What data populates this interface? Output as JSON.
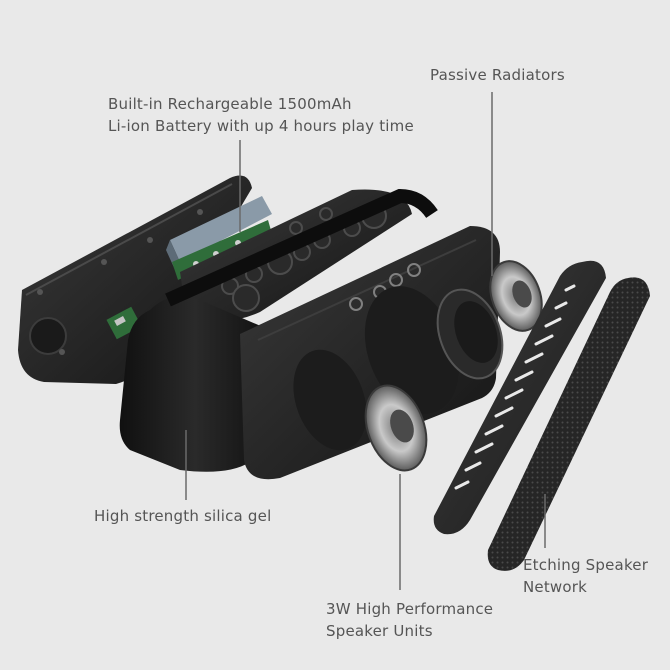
{
  "callouts": {
    "battery": {
      "line1": "Built-in Rechargeable 1500mAh",
      "line2": "Li-ion Battery with up 4 hours play time"
    },
    "radiators": {
      "line1": "Passive Radiators"
    },
    "silica": {
      "line1": "High strength silica gel"
    },
    "speaker_units": {
      "line1": "3W High Performance",
      "line2": "Speaker Units"
    },
    "etching": {
      "line1": "Etching Speaker",
      "line2": "Network"
    }
  },
  "colors": {
    "background": "#e9e9e9",
    "body": "#1f1f1f",
    "label_text": "#555555",
    "leader_line": "#6a6a6a",
    "driver_metal": "#9a9a9a",
    "pcb": "#2f6d3a"
  },
  "components": [
    "back-cover-icon",
    "battery-pcb-icon",
    "button-panel-icon",
    "silica-band-icon",
    "speaker-frame-icon",
    "passive-radiator-icon",
    "speaker-driver-icon",
    "inner-grille-icon",
    "outer-mesh-icon"
  ]
}
